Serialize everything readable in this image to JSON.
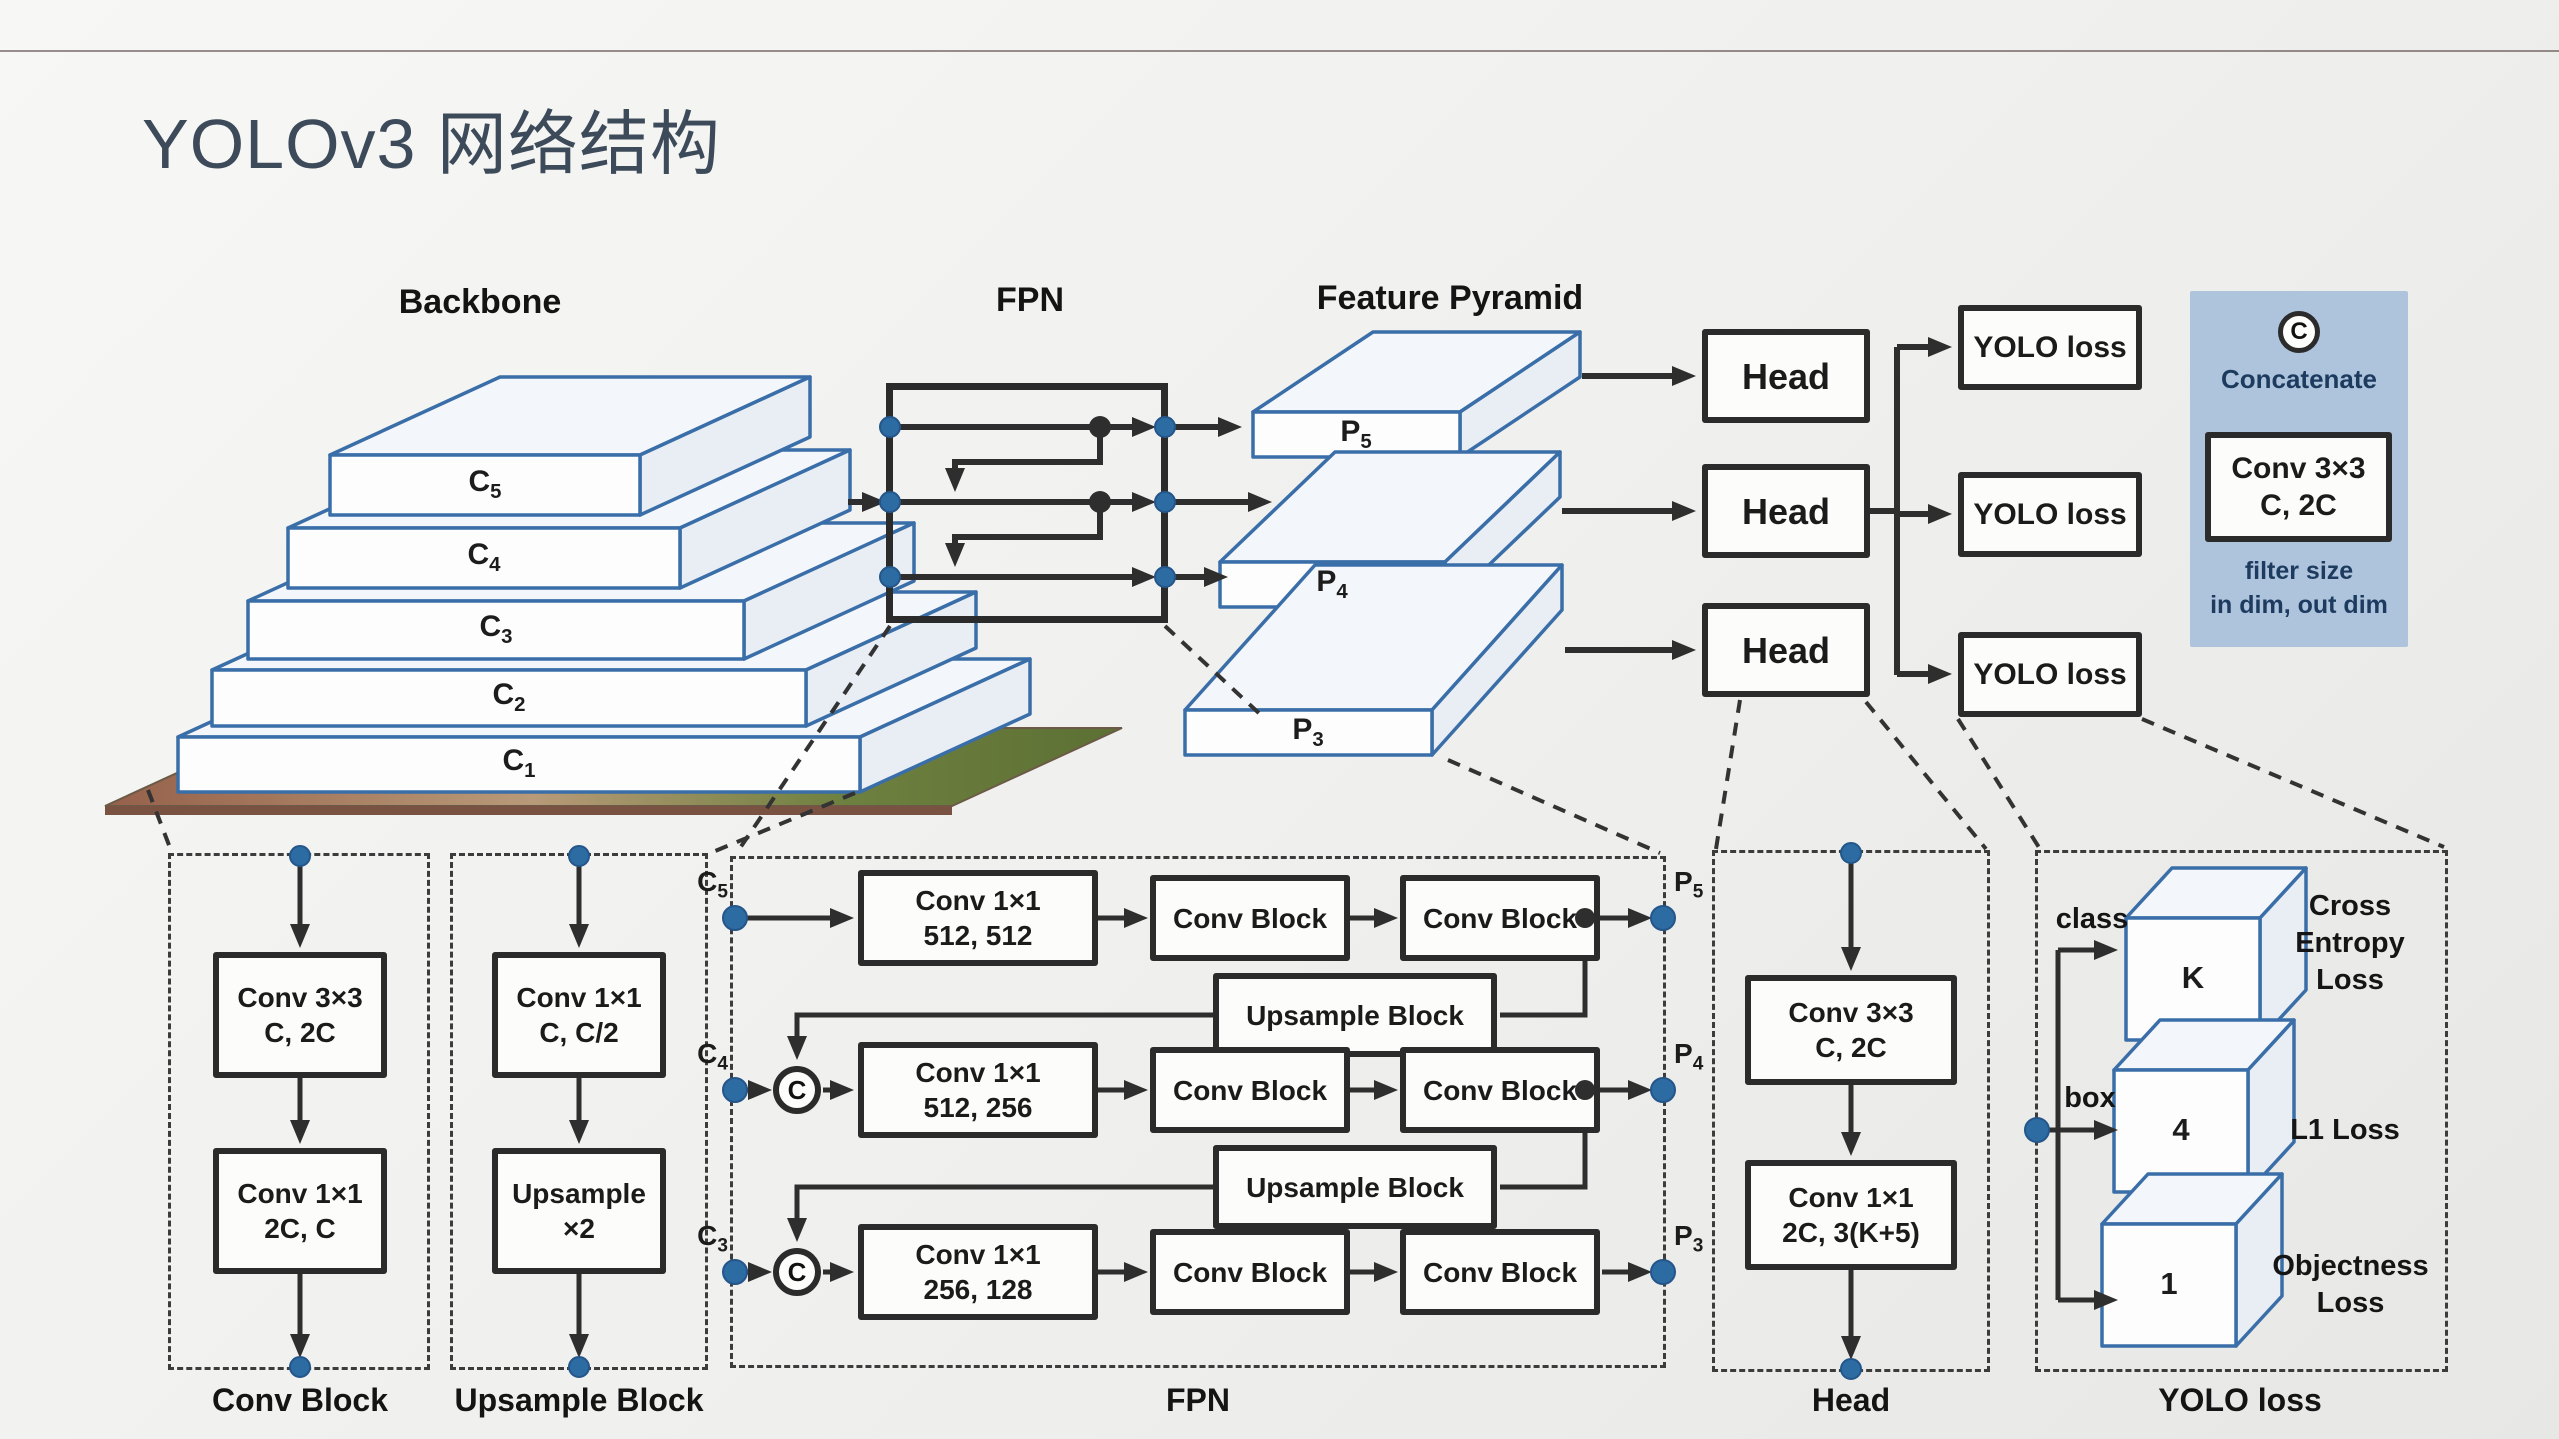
{
  "title": "YOLOv3 网络结构",
  "overview": {
    "backbone_label": "Backbone",
    "fpn_label": "FPN",
    "feature_pyramid_label": "Feature Pyramid",
    "backbone_layers": [
      {
        "base": "C",
        "sub": "1"
      },
      {
        "base": "C",
        "sub": "2"
      },
      {
        "base": "C",
        "sub": "3"
      },
      {
        "base": "C",
        "sub": "4"
      },
      {
        "base": "C",
        "sub": "5"
      }
    ],
    "pyramid_levels": [
      {
        "base": "P",
        "sub": "5"
      },
      {
        "base": "P",
        "sub": "4"
      },
      {
        "base": "P",
        "sub": "3"
      }
    ],
    "head_labels": [
      "Head",
      "Head",
      "Head"
    ],
    "loss_labels": [
      "YOLO loss",
      "YOLO loss",
      "YOLO loss"
    ]
  },
  "legend": {
    "concat_symbol": "C",
    "concat_label": "Concatenate",
    "conv_box_line1": "Conv 3×3",
    "conv_box_line2": "C, 2C",
    "caption_line1": "filter size",
    "caption_line2": "in dim, out dim"
  },
  "conv_block_detail": {
    "title": "Conv Block",
    "box1_line1": "Conv 3×3",
    "box1_line2": "C, 2C",
    "box2_line1": "Conv 1×1",
    "box2_line2": "2C, C"
  },
  "upsample_block_detail": {
    "title": "Upsample Block",
    "box1_line1": "Conv 1×1",
    "box1_line2": "C, C/2",
    "box2_line1": "Upsample",
    "box2_line2": "×2"
  },
  "fpn_detail": {
    "title": "FPN",
    "inputs": [
      {
        "base": "C",
        "sub": "5"
      },
      {
        "base": "C",
        "sub": "4"
      },
      {
        "base": "C",
        "sub": "3"
      }
    ],
    "outputs": [
      {
        "base": "P",
        "sub": "5"
      },
      {
        "base": "P",
        "sub": "4"
      },
      {
        "base": "P",
        "sub": "3"
      }
    ],
    "concat_symbol": "C",
    "rows": [
      {
        "conv_line1": "Conv 1×1",
        "conv_line2": "512, 512",
        "block1": "Conv Block",
        "block2": "Conv Block"
      },
      {
        "conv_line1": "Conv 1×1",
        "conv_line2": "512, 256",
        "block1": "Conv Block",
        "block2": "Conv Block"
      },
      {
        "conv_line1": "Conv 1×1",
        "conv_line2": "256, 128",
        "block1": "Conv Block",
        "block2": "Conv Block"
      }
    ],
    "upsample_blocks": [
      "Upsample Block",
      "Upsample Block"
    ]
  },
  "head_detail": {
    "title": "Head",
    "box1_line1": "Conv 3×3",
    "box1_line2": "C, 2C",
    "box2_line1": "Conv 1×1",
    "box2_line2": "2C, 3(K+5)"
  },
  "yolo_loss_detail": {
    "title": "YOLO loss",
    "branch_class": "class",
    "branch_box": "box",
    "plates": [
      "K",
      "4",
      "1"
    ],
    "loss_names": [
      "Cross Entropy Loss",
      "L1 Loss",
      "Objectness Loss"
    ]
  },
  "colors": {
    "accent_blue": "#3a6ea8",
    "dot_blue": "#2d6ba3",
    "ink": "#2b2b2b",
    "legend_bg": "#aec4dd",
    "legend_text": "#1d3a5f",
    "title_text": "#3d4a5a"
  }
}
